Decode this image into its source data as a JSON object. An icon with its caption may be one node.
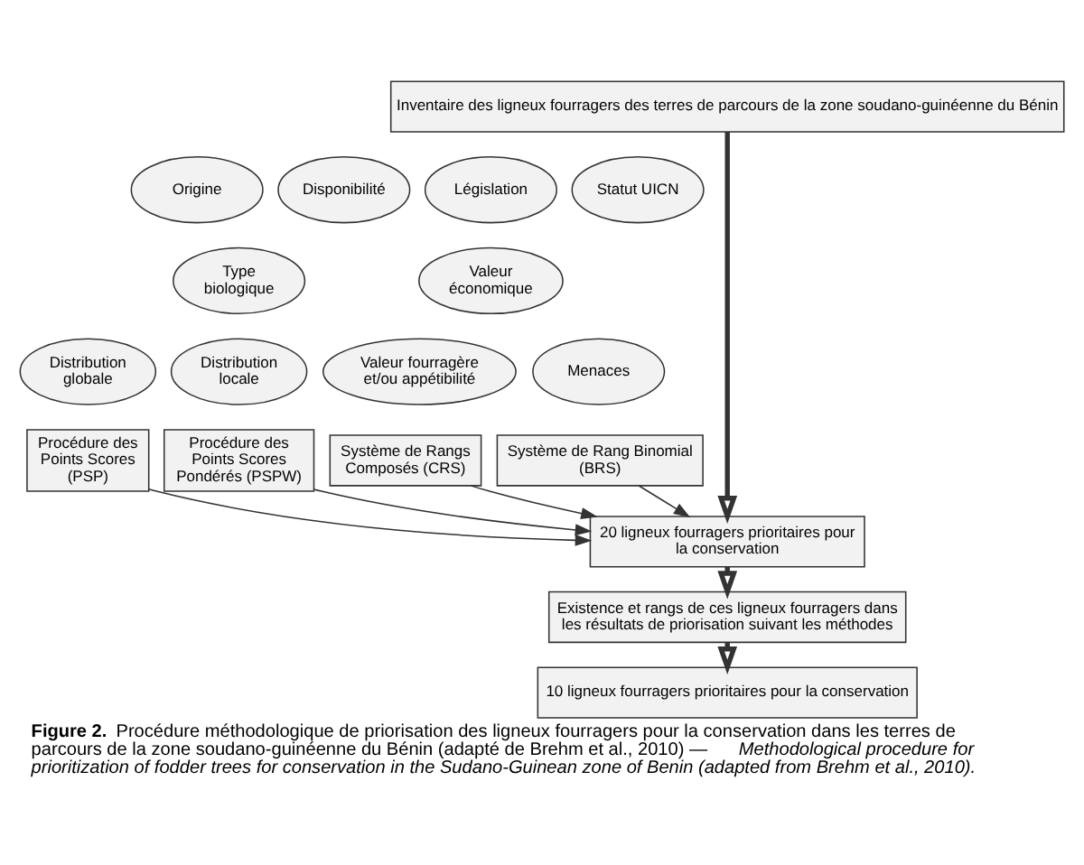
{
  "diagram": {
    "caption": "**Figure 2.** Procédure méthodologique de priorisation des ligneux fourragers pour la conservation dans les terres de parcours de la zone soudano-guinéenne du Bénin (adapté de Brehm et al., 2010) — *Methodological procedure for prioritization of fodder trees for conservation in the Sudano-Guinean zone of Benin (adapted from Brehm et al., 2010).*",
    "nodes": [
      {
        "text": [
          "Inventaire des ligneux fourragers des terres de parcours de la zone soudano-guinéenne du Bénin"
        ]
      },
      {
        "text": [
          "Origine"
        ]
      },
      {
        "text": [
          "Disponibilité"
        ]
      },
      {
        "text": [
          "Type biologique"
        ]
      },
      {
        "text": [
          "Distribution globale"
        ]
      },
      {
        "text": [
          "Distribution locale"
        ]
      },
      {
        "text": [
          "Législation"
        ]
      },
      {
        "text": [
          "Statut UICN"
        ]
      },
      {
        "text": [
          "Valeur économique"
        ]
      },
      {
        "text": [
          "Valeur fourragère et/ou appétibilité"
        ]
      },
      {
        "text": [
          "Menaces"
        ]
      },
      {
        "text": [
          "Procédure des Points Scores (PSP)"
        ]
      },
      {
        "text": [
          "Procédure des Points Scores Pondérés (PSPW)"
        ]
      },
      {
        "text": [
          "Système de Rangs Composés (CRS)"
        ]
      },
      {
        "text": [
          "Système de Rang Binomial (BRS)"
        ]
      },
      {
        "text": [
          "20 ligneux fourragers prioritaires pour la conservation"
        ]
      },
      {
        "text": [
          "Existence et rangs de ces ligneux fourragers dans les résultats de priorisation suivant les méthodes"
        ]
      },
      {
        "text": [
          "10 ligneux fourragers prioritaires pour la conservation"
        ]
      }
    ],
    "edges": [
      {
        "from": 0,
        "to": 15,
        "arrow": "to",
        "style": "thick"
      },
      {
        "from": 11,
        "to": 15,
        "arrow": "to"
      },
      {
        "from": 12,
        "to": 15,
        "arrow": "to"
      },
      {
        "from": 13,
        "to": 15,
        "arrow": "to"
      },
      {
        "from": 14,
        "to": 15,
        "arrow": "to"
      },
      {
        "from": 15,
        "to": 16,
        "arrow": "to",
        "style": "thick"
      },
      {
        "from": 16,
        "to": 17,
        "arrow": "to",
        "style": "thick"
      }
    ]
  }
}
